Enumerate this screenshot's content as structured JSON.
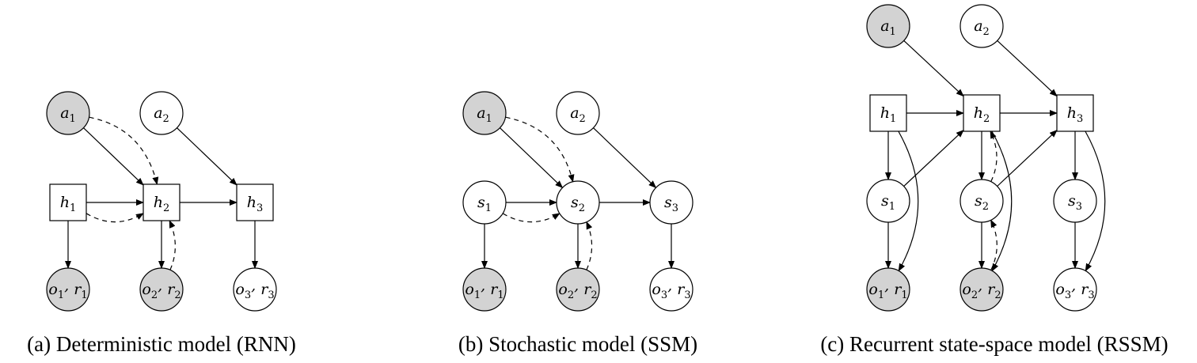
{
  "colors": {
    "observed_fill": "#d3d3d3",
    "latent_fill": "#ffffff",
    "stroke": "#000000"
  },
  "panels": [
    {
      "id": "rnn",
      "caption": "(a) Deterministic model (RNN)",
      "nodes": [
        {
          "id": "a1",
          "name": "a",
          "sub": "1",
          "shape": "circle",
          "observed": true
        },
        {
          "id": "a2",
          "name": "a",
          "sub": "2",
          "shape": "circle",
          "observed": false
        },
        {
          "id": "h1",
          "name": "h",
          "sub": "1",
          "shape": "square",
          "observed": false
        },
        {
          "id": "h2",
          "name": "h",
          "sub": "2",
          "shape": "square",
          "observed": false
        },
        {
          "id": "h3",
          "name": "h",
          "sub": "3",
          "shape": "square",
          "observed": false
        },
        {
          "id": "o1",
          "name": "o",
          "sub": "1",
          "name2": "r",
          "sub2": "1",
          "shape": "circle",
          "observed": true
        },
        {
          "id": "o2",
          "name": "o",
          "sub": "2",
          "name2": "r",
          "sub2": "2",
          "shape": "circle",
          "observed": true
        },
        {
          "id": "o3",
          "name": "o",
          "sub": "3",
          "name2": "r",
          "sub2": "3",
          "shape": "circle",
          "observed": false
        }
      ],
      "edges": [
        {
          "from": "a1",
          "to": "h2",
          "style": "solid"
        },
        {
          "from": "a1",
          "to": "h2",
          "style": "dashed"
        },
        {
          "from": "a2",
          "to": "h3",
          "style": "solid"
        },
        {
          "from": "h1",
          "to": "h2",
          "style": "solid"
        },
        {
          "from": "h1",
          "to": "h2",
          "style": "dashed"
        },
        {
          "from": "h2",
          "to": "h3",
          "style": "solid"
        },
        {
          "from": "h1",
          "to": "o1",
          "style": "solid"
        },
        {
          "from": "h2",
          "to": "o2",
          "style": "solid"
        },
        {
          "from": "o2",
          "to": "h2",
          "style": "dashed"
        },
        {
          "from": "h3",
          "to": "o3",
          "style": "solid"
        }
      ]
    },
    {
      "id": "ssm",
      "caption": "(b) Stochastic model (SSM)",
      "nodes": [
        {
          "id": "a1",
          "name": "a",
          "sub": "1",
          "shape": "circle",
          "observed": true
        },
        {
          "id": "a2",
          "name": "a",
          "sub": "2",
          "shape": "circle",
          "observed": false
        },
        {
          "id": "s1",
          "name": "s",
          "sub": "1",
          "shape": "circle",
          "observed": false
        },
        {
          "id": "s2",
          "name": "s",
          "sub": "2",
          "shape": "circle",
          "observed": false
        },
        {
          "id": "s3",
          "name": "s",
          "sub": "3",
          "shape": "circle",
          "observed": false
        },
        {
          "id": "o1",
          "name": "o",
          "sub": "1",
          "name2": "r",
          "sub2": "1",
          "shape": "circle",
          "observed": true
        },
        {
          "id": "o2",
          "name": "o",
          "sub": "2",
          "name2": "r",
          "sub2": "2",
          "shape": "circle",
          "observed": true
        },
        {
          "id": "o3",
          "name": "o",
          "sub": "3",
          "name2": "r",
          "sub2": "3",
          "shape": "circle",
          "observed": false
        }
      ],
      "edges": [
        {
          "from": "a1",
          "to": "s2",
          "style": "solid"
        },
        {
          "from": "a1",
          "to": "s2",
          "style": "dashed"
        },
        {
          "from": "a2",
          "to": "s3",
          "style": "solid"
        },
        {
          "from": "s1",
          "to": "s2",
          "style": "solid"
        },
        {
          "from": "s1",
          "to": "s2",
          "style": "dashed"
        },
        {
          "from": "s2",
          "to": "s3",
          "style": "solid"
        },
        {
          "from": "s1",
          "to": "o1",
          "style": "solid"
        },
        {
          "from": "s2",
          "to": "o2",
          "style": "solid"
        },
        {
          "from": "o2",
          "to": "s2",
          "style": "dashed"
        },
        {
          "from": "s3",
          "to": "o3",
          "style": "solid"
        }
      ]
    },
    {
      "id": "rssm",
      "caption": "(c) Recurrent state-space model (RSSM)",
      "nodes": [
        {
          "id": "a1",
          "name": "a",
          "sub": "1",
          "shape": "circle",
          "observed": true
        },
        {
          "id": "a2",
          "name": "a",
          "sub": "2",
          "shape": "circle",
          "observed": false
        },
        {
          "id": "h1",
          "name": "h",
          "sub": "1",
          "shape": "square",
          "observed": false
        },
        {
          "id": "h2",
          "name": "h",
          "sub": "2",
          "shape": "square",
          "observed": false
        },
        {
          "id": "h3",
          "name": "h",
          "sub": "3",
          "shape": "square",
          "observed": false
        },
        {
          "id": "s1",
          "name": "s",
          "sub": "1",
          "shape": "circle",
          "observed": false
        },
        {
          "id": "s2",
          "name": "s",
          "sub": "2",
          "shape": "circle",
          "observed": false
        },
        {
          "id": "s3",
          "name": "s",
          "sub": "3",
          "shape": "circle",
          "observed": false
        },
        {
          "id": "o1",
          "name": "o",
          "sub": "1",
          "name2": "r",
          "sub2": "1",
          "shape": "circle",
          "observed": true
        },
        {
          "id": "o2",
          "name": "o",
          "sub": "2",
          "name2": "r",
          "sub2": "2",
          "shape": "circle",
          "observed": true
        },
        {
          "id": "o3",
          "name": "o",
          "sub": "3",
          "name2": "r",
          "sub2": "3",
          "shape": "circle",
          "observed": false
        }
      ],
      "edges": [
        {
          "from": "a1",
          "to": "h2",
          "style": "solid"
        },
        {
          "from": "a2",
          "to": "h3",
          "style": "solid"
        },
        {
          "from": "h1",
          "to": "h2",
          "style": "solid"
        },
        {
          "from": "h2",
          "to": "h3",
          "style": "solid"
        },
        {
          "from": "h1",
          "to": "s1",
          "style": "solid"
        },
        {
          "from": "h2",
          "to": "s2",
          "style": "solid"
        },
        {
          "from": "h3",
          "to": "s3",
          "style": "solid"
        },
        {
          "from": "s1",
          "to": "h2",
          "style": "solid"
        },
        {
          "from": "s2",
          "to": "h3",
          "style": "solid"
        },
        {
          "from": "s1",
          "to": "o1",
          "style": "solid"
        },
        {
          "from": "s2",
          "to": "o2",
          "style": "solid"
        },
        {
          "from": "s3",
          "to": "o3",
          "style": "solid"
        },
        {
          "from": "h1",
          "to": "o1",
          "style": "solid"
        },
        {
          "from": "h2",
          "to": "o2",
          "style": "solid"
        },
        {
          "from": "h3",
          "to": "o3",
          "style": "solid"
        },
        {
          "from": "o2",
          "to": "s2",
          "style": "dashed"
        },
        {
          "from": "s2",
          "to": "h2",
          "style": "dashed"
        }
      ]
    }
  ]
}
